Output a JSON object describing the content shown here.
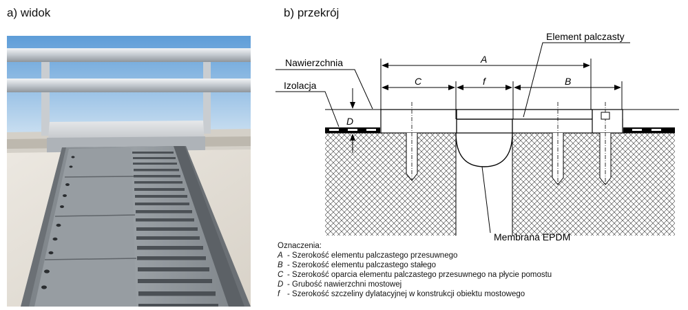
{
  "panel_a": {
    "title": "a) widok"
  },
  "panel_b": {
    "title": "b) przekrój",
    "labels": {
      "element": "Element palczasty",
      "nawierzchnia": "Nawierzchnia",
      "izolacja": "Izolacja",
      "membrana": "Membrana EPDM"
    },
    "dims": {
      "A": "A",
      "B": "B",
      "C": "C",
      "f": "f",
      "D": "D"
    }
  },
  "legend": {
    "heading": "Oznaczenia:",
    "items": [
      {
        "sym": "A",
        "text": "- Szerokość elementu palczastego przesuwnego"
      },
      {
        "sym": "B",
        "text": "- Szerokość elementu palczastego stałego"
      },
      {
        "sym": "C",
        "text": "- Szerokość oparcia elementu palczastego przesuwnego na płycie pomostu"
      },
      {
        "sym": "D",
        "text": "- Grubość nawierzchni mostowej"
      },
      {
        "sym": "f",
        "text": "- Szerokość szczeliny dylatacyjnej w konstrukcji obiektu mostowego"
      }
    ]
  }
}
